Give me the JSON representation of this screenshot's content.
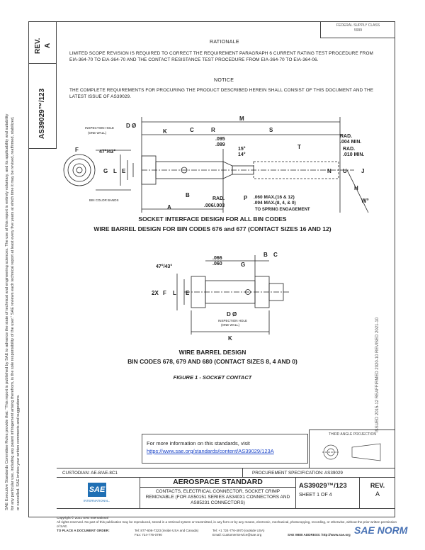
{
  "side": {
    "rev_label": "REV.",
    "rev_value": "A",
    "doc_number": "AS39029™/123",
    "legal_text": "SAE Executive Standards Committee Rules provide that: “This report is published by SAE to advance the state of technical and engineering sciences. The use of this report is entirely voluntary, and its applicability and suitability for any particular use, including any patent infringement arising therefrom, is the sole responsibility of the user.” SAE reviews each technical report at least every five years at which time it may be revised, reaffirmed, stabilized, or cancelled. SAE invites your written comments and suggestions."
  },
  "fed_box": {
    "line1": "FEDERAL SUPPLY CLASS",
    "line2": "5999"
  },
  "rationale": {
    "title": "RATIONALE",
    "text": "LIMITED SCOPE REVISION IS REQUIRED TO CORRECT THE REQUIREMENT PARAGRAPH 6 CURRENT RATING TEST PROCEDURE FROM EIA-364-70 TO EIA-364-70 AND THE CONTACT RESISTANCE TEST PROCEDURE FROM EIA-364-70 TO EIA-364-06."
  },
  "notice": {
    "title": "NOTICE",
    "text": "THE COMPLETE REQUIREMENTS FOR PROCURING THE PRODUCT DESCRIBED HEREIN SHALL CONSIST OF THIS DOCUMENT AND THE LATEST ISSUE OF AS39029."
  },
  "drawing_top": {
    "labels": {
      "d_dia": "D Ø",
      "inspection_hole": "INSPECTION HOLE",
      "one_wall": "(ONE WALL)",
      "f": "F",
      "angle": "47°/43°",
      "g": "G",
      "l": "L",
      "e": "E",
      "bin_bands": "BIN COLOR BANDS",
      "m": "M",
      "k": "K",
      "c": "C",
      "r": "R",
      "s": "S",
      "d1": ".095",
      "d2": ".089",
      "a15": "15°",
      "a14": "14°",
      "t": "T",
      "rad1": "RAD.",
      "rad1v": ".004 MIN.",
      "rad2": "RAD.",
      "rad2v": ".010 MIN.",
      "n": "N",
      "u": "U",
      "j": "J",
      "h": "H",
      "w": "W°",
      "b": "B",
      "a": "A",
      "rad3": "RAD.",
      "rad3v": ".006/.003",
      "p": "P",
      "p1": ".060 MAX.(16 & 12)",
      "p2": ".094 MAX.(8, 4, & 0)",
      "spring": "TO SPRING ENGAGEMENT"
    },
    "caption1": "SOCKET INTERFACE DESIGN FOR ALL BIN CODES",
    "caption2": "WIRE BARREL DESIGN FOR BIN CODES 676 and 677 (CONTACT SIZES 16 AND 12)"
  },
  "drawing_bottom": {
    "labels": {
      "angle": "47°/43°",
      "d1": ".066",
      "d2": ".060",
      "b": "B",
      "c": "C",
      "g": "G",
      "two_x": "2X",
      "f": "F",
      "l": "L",
      "e": "E",
      "d_dia": "D Ø",
      "inspection_hole": "INSPECTION HOLE",
      "one_wall": "(ONE WALL)",
      "k": "K"
    },
    "caption1": "WIRE BARREL DESIGN",
    "caption2": "BIN CODES 678, 679 AND 680 (CONTACT SIZES 8, 4 AND 0)",
    "figure": "FIGURE 1 - SOCKET CONTACT"
  },
  "right_strip": "ISSUED 2015-12    REAFFIRMED 2020-10    REVISED 2021-10",
  "more_info": {
    "line1": "For more information on this standards, visit",
    "link": "https://www.sae.org/standards/content/AS39029/123A"
  },
  "third_angle": "THIRD ANGLE PROJECTION",
  "custodian": "CUSTODIAN: AE-8/AE-8C1",
  "procurement": "PROCUREMENT SPECIFICATION: AS39029",
  "title_block": {
    "logo_text": "SAE",
    "logo_sub": "INTERNATIONAL.",
    "standard": "AEROSPACE STANDARD",
    "description": "CONTACTS, ELECTRICAL CONNECTOR, SOCKET CRIMP REMOVABLE (FOR AS50151 SERIES AS340X1 CONNECTORS AND AS85231 CONNECTORS)",
    "doc_number": "AS39029™/123",
    "sheet": "SHEET 1 OF 4",
    "rev_label": "REV.",
    "rev_value": "A"
  },
  "footer": {
    "copyright": "Copyright © 2021 SAE International",
    "rights": "All rights reserved. No part of this publication may be reproduced, stored in a retrieval system or transmitted, in any form or by any means, electronic, mechanical, photocopying, recording, or otherwise, without the prior written permission of SAE.",
    "order": "TO PLACE A DOCUMENT ORDER:",
    "tel": "Tel:  877-606-7323 (inside USA and Canada)",
    "tel2": "Tel: +1 724-776-4970 (outside USA)",
    "fax": "Fax: 724-776-0790",
    "email": "Email: CustomerService@sae.org",
    "web": "SAE WEB ADDRESS:  http://www.sae.org"
  },
  "watermark": "SAE NORM"
}
